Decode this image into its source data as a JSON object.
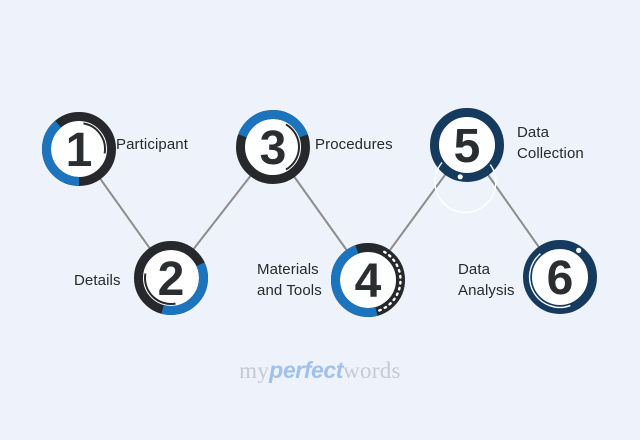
{
  "title": "research-process-steps-infographic",
  "background": "#eef2fb",
  "palette": {
    "dark_ring": "#26282b",
    "blue_arc": "#1b74bd",
    "navy_ring": "#16395e",
    "connector_line": "#8c8c8c",
    "label_text": "#26292d",
    "number_text": "#2b2e31",
    "circle_fill": "#ffffff",
    "logo_gray": "#c5cad3",
    "logo_blue": "#9fc2ec"
  },
  "steps": [
    {
      "number": "1",
      "label": "Participant",
      "side": "right",
      "ring_style": "dark-blue-arc-bottom-left"
    },
    {
      "number": "2",
      "label": "Details",
      "side": "left",
      "ring_style": "dark-blue-arc-bottom-right"
    },
    {
      "number": "3",
      "label": "Procedures",
      "side": "right",
      "ring_style": "dark-blue-arc-top"
    },
    {
      "number": "4",
      "label": "Materials\nand Tools",
      "side": "left",
      "ring_style": "dark-blue-arc-left-dotted-right"
    },
    {
      "number": "5",
      "label": "Data\nCollection",
      "side": "right",
      "ring_style": "navy-full-ring"
    },
    {
      "number": "6",
      "label": "Data\nAnalysis",
      "side": "left",
      "ring_style": "navy-full-ring"
    }
  ],
  "logo": {
    "part1": "my",
    "part2": "perfect",
    "part3": "words"
  }
}
